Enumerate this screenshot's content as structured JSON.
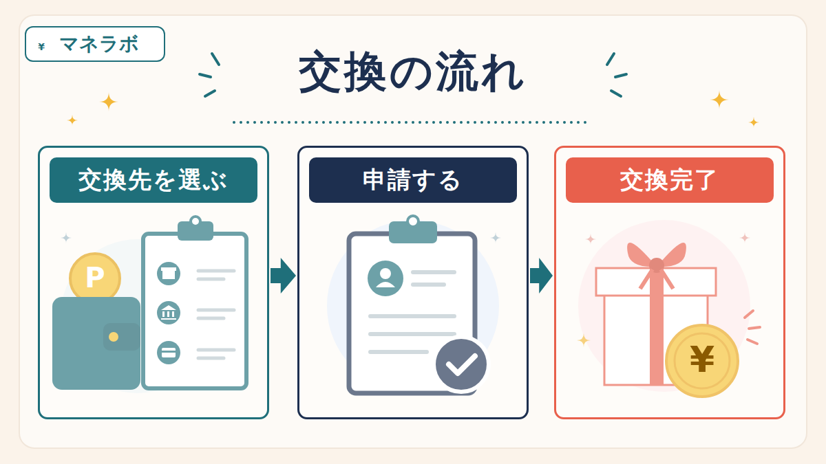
{
  "diagram": {
    "title": "交換の流れ",
    "nodes": [
      {
        "text": [
          "マネラボ"
        ]
      },
      {
        "text": [
          "交換先を選ぶ"
        ]
      },
      {
        "text": [
          "申請する"
        ]
      },
      {
        "text": [
          "交換完了"
        ]
      }
    ],
    "edges": [
      {
        "from": 1,
        "to": 2,
        "arrow": "to"
      },
      {
        "from": 2,
        "to": 3,
        "arrow": "to"
      }
    ],
    "labels": [
      "¥",
      "P",
      "¥"
    ]
  }
}
